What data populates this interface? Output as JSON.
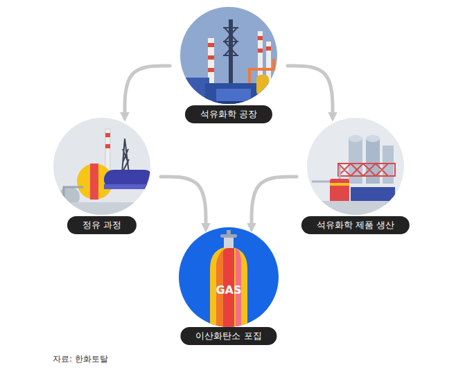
{
  "diagram": {
    "caption": "자료: 한화토탈",
    "nodes": [
      {
        "text": [
          "석유화학 공장"
        ]
      },
      {
        "text": [
          "정유 과정"
        ]
      },
      {
        "text": [
          "석유화학 제품 생산"
        ]
      },
      {
        "text": [
          "이산화탄소 포집"
        ]
      }
    ],
    "edges": [
      {
        "from": 0,
        "to": 1,
        "arrow": "to"
      },
      {
        "from": 0,
        "to": 2,
        "arrow": "to"
      },
      {
        "from": 1,
        "to": 3,
        "arrow": "to"
      },
      {
        "from": 2,
        "to": 3,
        "arrow": "to"
      }
    ],
    "labels": [
      "GAS"
    ]
  }
}
